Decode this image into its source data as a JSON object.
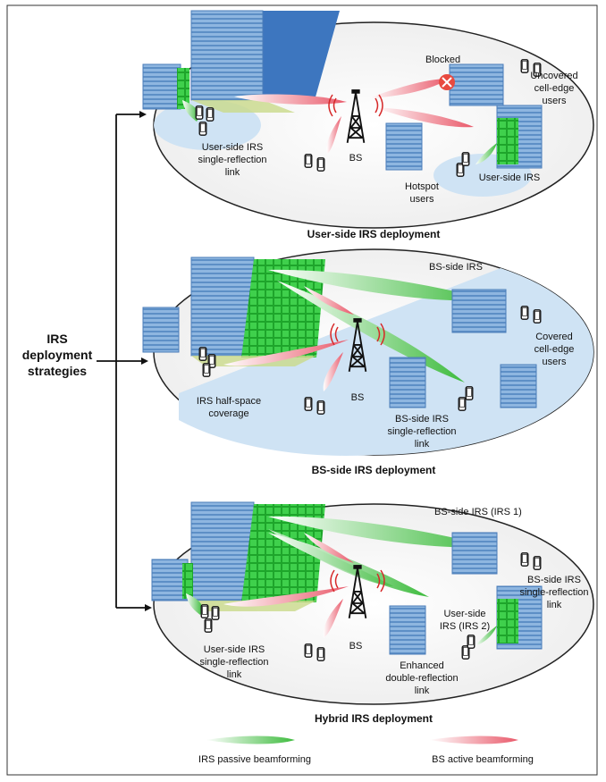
{
  "left_label": [
    "IRS",
    "deployment",
    "strategies"
  ],
  "panels": [
    {
      "caption": "User-side IRS deployment",
      "labels": {
        "blocked": "Blocked",
        "uncovered": [
          "Uncovered",
          "cell-edge",
          "users"
        ],
        "user_irs_link": [
          "User-side IRS",
          "single-reflection",
          "link"
        ],
        "bs": "BS",
        "hotspot": [
          "Hotspot",
          "users"
        ],
        "user_irs": "User-side IRS"
      }
    },
    {
      "caption": "BS-side IRS deployment",
      "labels": {
        "bs_irs": "BS-side IRS",
        "covered": [
          "Covered",
          "cell-edge",
          "users"
        ],
        "half_space": [
          "IRS half-space",
          "coverage"
        ],
        "bs": "BS",
        "bs_irs_link": [
          "BS-side IRS",
          "single-reflection",
          "link"
        ]
      }
    },
    {
      "caption": "Hybrid IRS deployment",
      "labels": {
        "bs_irs1": "BS-side IRS (IRS 1)",
        "bs_irs_link": [
          "BS-side IRS",
          "single-reflection",
          "link"
        ],
        "user_irs2": [
          "User-side",
          "IRS (IRS 2)"
        ],
        "user_irs_link": [
          "User-side IRS",
          "single-reflection",
          "link"
        ],
        "bs": "BS",
        "double": [
          "Enhanced",
          "double-reflection",
          "link"
        ]
      }
    }
  ],
  "legend": {
    "passive": "IRS passive beamforming",
    "active": "BS active beamforming"
  },
  "colors": {
    "green_beam": "#5fd35f",
    "red_beam": "#f07a86",
    "coverage": "#cfe3f4",
    "building": "#7fa8d6",
    "irs": "#2bbf3a"
  }
}
